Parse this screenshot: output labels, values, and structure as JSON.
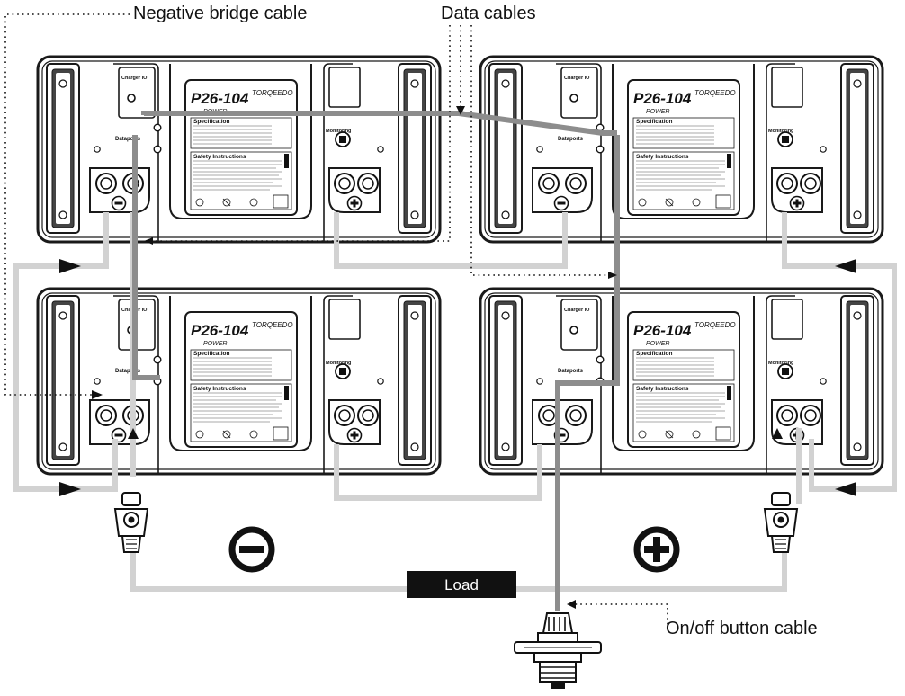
{
  "callouts": {
    "negative_bridge_cable": "Negative bridge cable",
    "data_cables": "Data cables",
    "on_off_button_cable": "On/off button cable"
  },
  "load_label": "Load",
  "battery": {
    "logo": "P26-104",
    "logo_sub": "POWER",
    "brand": "TORQEEDO",
    "charger_label": "Charger IO",
    "dataports_label": "Dataports",
    "monitor_label": "Monitoring",
    "spec_title": "Specification",
    "safety_title": "Safety Instructions"
  },
  "polarity": {
    "negative": "minus-icon",
    "positive": "plus-icon"
  },
  "colors": {
    "outline": "#1a1a1a",
    "cable_light": "#d2d2d2",
    "cable_dark": "#8d8d8d",
    "badge": "#111111"
  }
}
